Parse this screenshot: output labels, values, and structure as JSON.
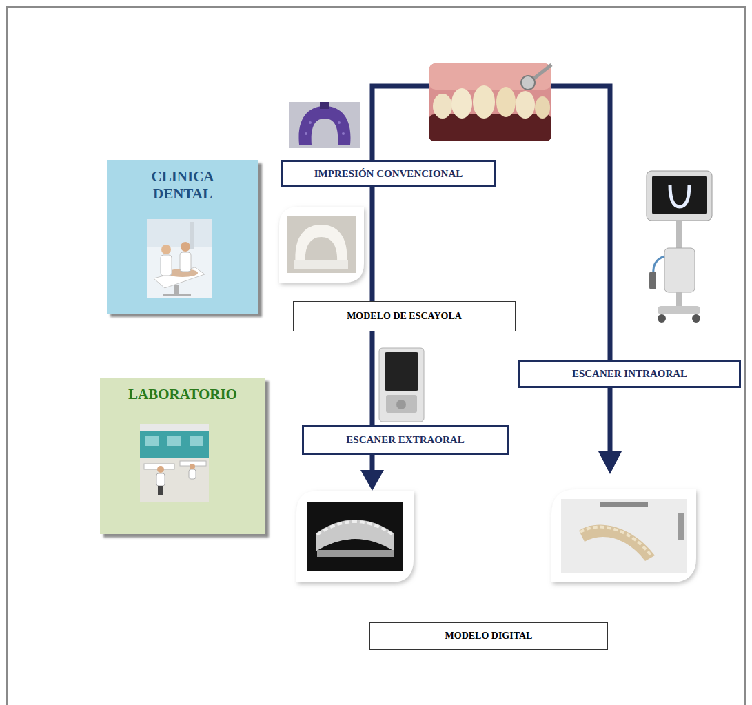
{
  "diagram": {
    "nodes": [
      {
        "text": [
          "CLINICA DENTAL"
        ]
      },
      {
        "text": [
          "IMPRESIÓN CONVENCIONAL"
        ]
      },
      {
        "text": [
          "MODELO DE ESCAYOLA"
        ]
      },
      {
        "text": [
          "ESCANER INTRAORAL"
        ]
      },
      {
        "text": [
          "LABORATORIO"
        ]
      },
      {
        "text": [
          "ESCANER EXTRAORAL"
        ]
      },
      {
        "text": [
          "MODELO DIGITAL"
        ]
      }
    ],
    "edges": [
      {
        "from": 1,
        "to": 2,
        "arrow": "none"
      },
      {
        "from": 2,
        "to": 5,
        "arrow": "none"
      }
    ]
  }
}
